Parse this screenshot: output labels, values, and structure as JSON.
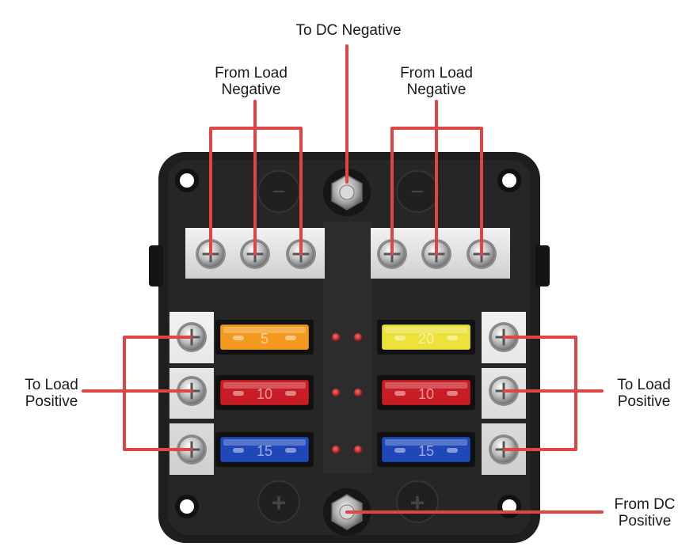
{
  "labels": {
    "to_dc_negative": "To DC Negative",
    "from_load_negative_left": "From Load\nNegative",
    "from_load_negative_right": "From Load\nNegative",
    "to_load_positive_left": "To Load\nPositive",
    "to_load_positive_right": "To Load\nPositive",
    "from_dc_positive": "From DC\nPositive"
  },
  "fuses": [
    {
      "slot": "left-1",
      "color": "#f39a1e",
      "rating": "5"
    },
    {
      "slot": "left-2",
      "color": "#c81d25",
      "rating": "10"
    },
    {
      "slot": "left-3",
      "color": "#2047b8",
      "rating": "15"
    },
    {
      "slot": "right-1",
      "color": "#ece23a",
      "rating": "20"
    },
    {
      "slot": "right-2",
      "color": "#c81d25",
      "rating": "10"
    },
    {
      "slot": "right-3",
      "color": "#2047b8",
      "rating": "15"
    }
  ],
  "colors": {
    "callout_line": "#e04545",
    "housing": "#1c1c1c",
    "terminal_strip": "#e6e6e6",
    "led": "#d8262a"
  },
  "symbols": {
    "negative": "−",
    "positive": "+"
  }
}
